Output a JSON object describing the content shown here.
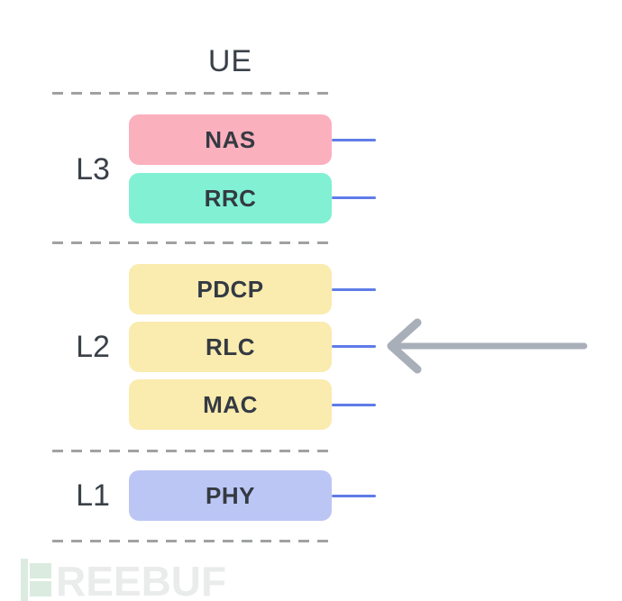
{
  "title": "UE",
  "layers": [
    {
      "label": "L3",
      "boxes": [
        {
          "name": "NAS",
          "color": "#FBB0BE"
        },
        {
          "name": "RRC",
          "color": "#81F0D3"
        }
      ]
    },
    {
      "label": "L2",
      "boxes": [
        {
          "name": "PDCP",
          "color": "#FAEBAF"
        },
        {
          "name": "RLC",
          "color": "#FAEBAF"
        },
        {
          "name": "MAC",
          "color": "#FAEBAF"
        }
      ]
    },
    {
      "label": "L1",
      "boxes": [
        {
          "name": "PHY",
          "color": "#BCC6F5"
        }
      ]
    }
  ],
  "annotations": {
    "arrow": {
      "direction": "left",
      "points_to": "RLC",
      "color": "#A9AFB9"
    }
  },
  "connector": {
    "color": "#5F7CE8"
  },
  "divider": {
    "style": "dashed",
    "color": "#9FA1A3"
  },
  "watermark": {
    "brand": "FREEBUF",
    "visible_text": "REEBUF",
    "icon_color": "#DBEBE0",
    "text_color": "#EAECEB"
  },
  "styles": {
    "background": "#FFFFFF",
    "text_color": "#3A4048"
  }
}
